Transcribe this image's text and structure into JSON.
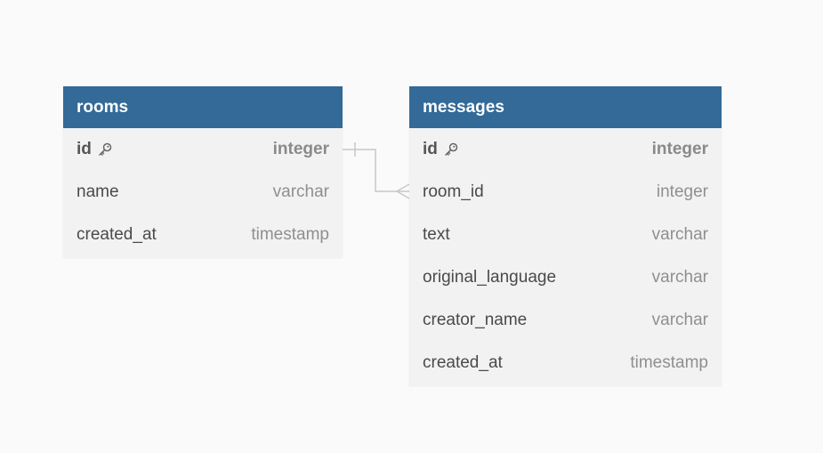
{
  "colors": {
    "canvas": "#fafafa",
    "table_header": "#336a98",
    "table_body": "#f2f2f2",
    "field_text": "#4a4a4a",
    "type_text": "#8f8f8f",
    "connector": "#c8c8c8"
  },
  "tables": [
    {
      "name": "rooms",
      "fields": [
        {
          "name": "id",
          "type": "integer",
          "primary_key": true,
          "icon": "key-icon"
        },
        {
          "name": "name",
          "type": "varchar",
          "primary_key": false
        },
        {
          "name": "created_at",
          "type": "timestamp",
          "primary_key": false
        }
      ]
    },
    {
      "name": "messages",
      "fields": [
        {
          "name": "id",
          "type": "integer",
          "primary_key": true,
          "icon": "key-icon"
        },
        {
          "name": "room_id",
          "type": "integer",
          "primary_key": false
        },
        {
          "name": "text",
          "type": "varchar",
          "primary_key": false
        },
        {
          "name": "original_language",
          "type": "varchar",
          "primary_key": false
        },
        {
          "name": "creator_name",
          "type": "varchar",
          "primary_key": false
        },
        {
          "name": "created_at",
          "type": "timestamp",
          "primary_key": false
        }
      ]
    }
  ],
  "relationships": [
    {
      "from": "rooms.id",
      "to": "messages.room_id",
      "from_cardinality": "one",
      "to_cardinality": "many"
    }
  ]
}
